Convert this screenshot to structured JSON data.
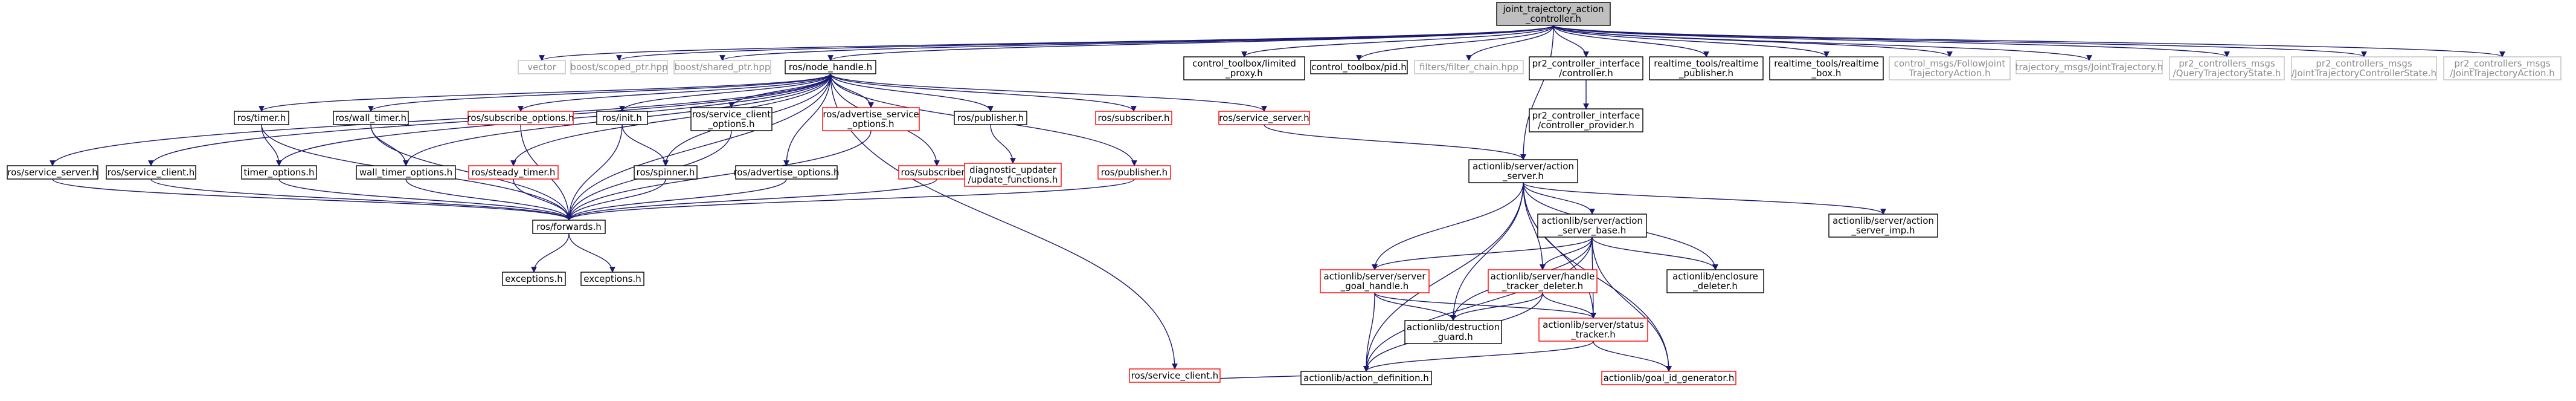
{
  "colors": {
    "background": "#ffffff",
    "edge": "#191970",
    "node_text": "#000000",
    "border_normal": "#000000",
    "border_missing": "#bfbfbf",
    "border_truncated": "#ff0000",
    "root_fill": "#bfbfbf"
  },
  "nodes": [
    {
      "id": "root",
      "lines": [
        "joint_trajectory_action",
        "_controller.h"
      ],
      "kind": "root"
    },
    {
      "id": "vector",
      "lines": [
        "vector"
      ],
      "kind": "missing"
    },
    {
      "id": "boost_scoped",
      "lines": [
        "boost/scoped_ptr.hpp"
      ],
      "kind": "missing"
    },
    {
      "id": "boost_shared",
      "lines": [
        "boost/shared_ptr.hpp"
      ],
      "kind": "missing"
    },
    {
      "id": "node_handle",
      "lines": [
        "ros/node_handle.h"
      ],
      "kind": "normal"
    },
    {
      "id": "ctrl_limited",
      "lines": [
        "control_toolbox/limited",
        "_proxy.h"
      ],
      "kind": "normal"
    },
    {
      "id": "ctrl_pid",
      "lines": [
        "control_toolbox/pid.h"
      ],
      "kind": "normal"
    },
    {
      "id": "filter_chain",
      "lines": [
        "filters/filter_chain.hpp"
      ],
      "kind": "missing"
    },
    {
      "id": "pr2_controller",
      "lines": [
        "pr2_controller_interface",
        "/controller.h"
      ],
      "kind": "normal"
    },
    {
      "id": "rt_pub",
      "lines": [
        "realtime_tools/realtime",
        "_publisher.h"
      ],
      "kind": "normal"
    },
    {
      "id": "rt_box",
      "lines": [
        "realtime_tools/realtime",
        "_box.h"
      ],
      "kind": "normal"
    },
    {
      "id": "follow_jt",
      "lines": [
        "control_msgs/FollowJoint",
        "TrajectoryAction.h"
      ],
      "kind": "missing"
    },
    {
      "id": "jt_msg",
      "lines": [
        "trajectory_msgs/JointTrajectory.h"
      ],
      "kind": "missing"
    },
    {
      "id": "query_state",
      "lines": [
        "pr2_controllers_msgs",
        "/QueryTrajectoryState.h"
      ],
      "kind": "missing"
    },
    {
      "id": "jtc_state",
      "lines": [
        "pr2_controllers_msgs",
        "/JointTrajectoryControllerState.h"
      ],
      "kind": "missing"
    },
    {
      "id": "jt_action",
      "lines": [
        "pr2_controllers_msgs",
        "/JointTrajectoryAction.h"
      ],
      "kind": "missing"
    },
    {
      "id": "ctrl_provider",
      "lines": [
        "pr2_controller_interface",
        "/controller_provider.h"
      ],
      "kind": "normal"
    },
    {
      "id": "timer",
      "lines": [
        "ros/timer.h"
      ],
      "kind": "normal"
    },
    {
      "id": "wall_timer",
      "lines": [
        "ros/wall_timer.h"
      ],
      "kind": "normal"
    },
    {
      "id": "subscribe_options",
      "lines": [
        "ros/subscribe_options.h"
      ],
      "kind": "truncated"
    },
    {
      "id": "init",
      "lines": [
        "ros/init.h"
      ],
      "kind": "normal"
    },
    {
      "id": "svc_client_opts",
      "lines": [
        "ros/service_client",
        "_options.h"
      ],
      "kind": "normal"
    },
    {
      "id": "adv_svc_opts",
      "lines": [
        "ros/advertise_service",
        "_options.h"
      ],
      "kind": "truncated"
    },
    {
      "id": "publisher_ros",
      "lines": [
        "ros/publisher.h"
      ],
      "kind": "normal"
    },
    {
      "id": "subscriber_top",
      "lines": [
        "ros/subscriber.h"
      ],
      "kind": "truncated"
    },
    {
      "id": "service_server_top",
      "lines": [
        "ros/service_server.h"
      ],
      "kind": "truncated"
    },
    {
      "id": "service_server_left",
      "lines": [
        "ros/service_server.h"
      ],
      "kind": "normal"
    },
    {
      "id": "service_client_left",
      "lines": [
        "ros/service_client.h"
      ],
      "kind": "normal"
    },
    {
      "id": "timer_options",
      "lines": [
        "timer_options.h"
      ],
      "kind": "normal"
    },
    {
      "id": "wall_timer_options",
      "lines": [
        "wall_timer_options.h"
      ],
      "kind": "normal"
    },
    {
      "id": "steady_timer",
      "lines": [
        "ros/steady_timer.h"
      ],
      "kind": "truncated"
    },
    {
      "id": "spinner",
      "lines": [
        "ros/spinner.h"
      ],
      "kind": "normal"
    },
    {
      "id": "advertise_options",
      "lines": [
        "ros/advertise_options.h"
      ],
      "kind": "normal"
    },
    {
      "id": "subscriber_mid",
      "lines": [
        "ros/subscriber.h"
      ],
      "kind": "truncated"
    },
    {
      "id": "diag_updater",
      "lines": [
        "diagnostic_updater",
        "/update_functions.h"
      ],
      "kind": "truncated"
    },
    {
      "id": "publisher_mid",
      "lines": [
        "ros/publisher.h"
      ],
      "kind": "truncated"
    },
    {
      "id": "forwards",
      "lines": [
        "ros/forwards.h"
      ],
      "kind": "normal"
    },
    {
      "id": "exceptions1",
      "lines": [
        "exceptions.h"
      ],
      "kind": "normal"
    },
    {
      "id": "exceptions2",
      "lines": [
        "exceptions.h"
      ],
      "kind": "normal"
    },
    {
      "id": "service_client_bottom",
      "lines": [
        "ros/service_client.h"
      ],
      "kind": "truncated"
    },
    {
      "id": "action_server",
      "lines": [
        "actionlib/server/action",
        "_server.h"
      ],
      "kind": "normal"
    },
    {
      "id": "action_server_imp",
      "lines": [
        "actionlib/server/action",
        "_server_imp.h"
      ],
      "kind": "normal"
    },
    {
      "id": "action_server_base",
      "lines": [
        "actionlib/server/action",
        "_server_base.h"
      ],
      "kind": "normal"
    },
    {
      "id": "server_goal_handle",
      "lines": [
        "actionlib/server/server",
        "_goal_handle.h"
      ],
      "kind": "truncated"
    },
    {
      "id": "handle_tracker",
      "lines": [
        "actionlib/server/handle",
        "_tracker_deleter.h"
      ],
      "kind": "truncated"
    },
    {
      "id": "enclosure_deleter",
      "lines": [
        "actionlib/enclosure",
        "_deleter.h"
      ],
      "kind": "normal"
    },
    {
      "id": "destruction_guard",
      "lines": [
        "actionlib/destruction",
        "_guard.h"
      ],
      "kind": "normal"
    },
    {
      "id": "status_tracker",
      "lines": [
        "actionlib/server/status",
        "_tracker.h"
      ],
      "kind": "truncated"
    },
    {
      "id": "action_definition",
      "lines": [
        "actionlib/action_definition.h"
      ],
      "kind": "normal"
    },
    {
      "id": "goal_id_gen",
      "lines": [
        "actionlib/goal_id_generator.h"
      ],
      "kind": "truncated"
    }
  ],
  "edges": [
    [
      "root",
      "vector"
    ],
    [
      "root",
      "boost_scoped"
    ],
    [
      "root",
      "boost_shared"
    ],
    [
      "root",
      "node_handle"
    ],
    [
      "root",
      "ctrl_limited"
    ],
    [
      "root",
      "ctrl_pid"
    ],
    [
      "root",
      "filter_chain"
    ],
    [
      "root",
      "pr2_controller"
    ],
    [
      "root",
      "rt_pub"
    ],
    [
      "root",
      "rt_box"
    ],
    [
      "root",
      "follow_jt"
    ],
    [
      "root",
      "jt_msg"
    ],
    [
      "root",
      "query_state"
    ],
    [
      "root",
      "jtc_state"
    ],
    [
      "root",
      "jt_action"
    ],
    [
      "root",
      "action_server"
    ],
    [
      "pr2_controller",
      "ctrl_provider"
    ],
    [
      "node_handle",
      "service_server_left"
    ],
    [
      "node_handle",
      "service_client_left"
    ],
    [
      "node_handle",
      "timer"
    ],
    [
      "node_handle",
      "wall_timer"
    ],
    [
      "node_handle",
      "subscribe_options"
    ],
    [
      "node_handle",
      "init"
    ],
    [
      "node_handle",
      "svc_client_opts"
    ],
    [
      "node_handle",
      "adv_svc_opts"
    ],
    [
      "node_handle",
      "publisher_ros"
    ],
    [
      "node_handle",
      "subscriber_top"
    ],
    [
      "node_handle",
      "service_server_top"
    ],
    [
      "node_handle",
      "timer_options"
    ],
    [
      "node_handle",
      "wall_timer_options"
    ],
    [
      "node_handle",
      "steady_timer"
    ],
    [
      "node_handle",
      "spinner"
    ],
    [
      "node_handle",
      "advertise_options"
    ],
    [
      "node_handle",
      "subscriber_mid"
    ],
    [
      "node_handle",
      "publisher_mid"
    ],
    [
      "node_handle",
      "service_client_bottom"
    ],
    [
      "node_handle",
      "forwards"
    ],
    [
      "timer",
      "timer_options"
    ],
    [
      "timer",
      "forwards"
    ],
    [
      "wall_timer",
      "wall_timer_options"
    ],
    [
      "wall_timer",
      "forwards"
    ],
    [
      "service_server_left",
      "forwards"
    ],
    [
      "service_client_left",
      "forwards"
    ],
    [
      "timer_options",
      "forwards"
    ],
    [
      "wall_timer_options",
      "forwards"
    ],
    [
      "steady_timer",
      "forwards"
    ],
    [
      "subscribe_options",
      "forwards"
    ],
    [
      "init",
      "spinner"
    ],
    [
      "init",
      "forwards"
    ],
    [
      "svc_client_opts",
      "forwards"
    ],
    [
      "adv_svc_opts",
      "forwards"
    ],
    [
      "advertise_options",
      "forwards"
    ],
    [
      "subscriber_mid",
      "forwards"
    ],
    [
      "publisher_mid",
      "forwards"
    ],
    [
      "publisher_ros",
      "diag_updater"
    ],
    [
      "spinner",
      "forwards"
    ],
    [
      "forwards",
      "exceptions1"
    ],
    [
      "forwards",
      "exceptions2"
    ],
    [
      "service_server_top",
      "action_server"
    ],
    [
      "service_client_bottom",
      "action_definition"
    ],
    [
      "action_server",
      "action_server_imp"
    ],
    [
      "action_server",
      "action_server_base"
    ],
    [
      "action_server",
      "server_goal_handle"
    ],
    [
      "action_server",
      "handle_tracker"
    ],
    [
      "action_server",
      "enclosure_deleter"
    ],
    [
      "action_server",
      "status_tracker"
    ],
    [
      "action_server",
      "destruction_guard"
    ],
    [
      "action_server",
      "action_definition"
    ],
    [
      "action_server",
      "goal_id_gen"
    ],
    [
      "action_server_base",
      "server_goal_handle"
    ],
    [
      "action_server_base",
      "handle_tracker"
    ],
    [
      "action_server_base",
      "enclosure_deleter"
    ],
    [
      "action_server_base",
      "status_tracker"
    ],
    [
      "action_server_base",
      "destruction_guard"
    ],
    [
      "action_server_base",
      "action_definition"
    ],
    [
      "action_server_base",
      "goal_id_gen"
    ],
    [
      "server_goal_handle",
      "destruction_guard"
    ],
    [
      "server_goal_handle",
      "status_tracker"
    ],
    [
      "server_goal_handle",
      "action_definition"
    ],
    [
      "handle_tracker",
      "destruction_guard"
    ],
    [
      "handle_tracker",
      "status_tracker"
    ],
    [
      "handle_tracker",
      "action_definition"
    ],
    [
      "status_tracker",
      "action_definition"
    ],
    [
      "status_tracker",
      "goal_id_gen"
    ]
  ]
}
